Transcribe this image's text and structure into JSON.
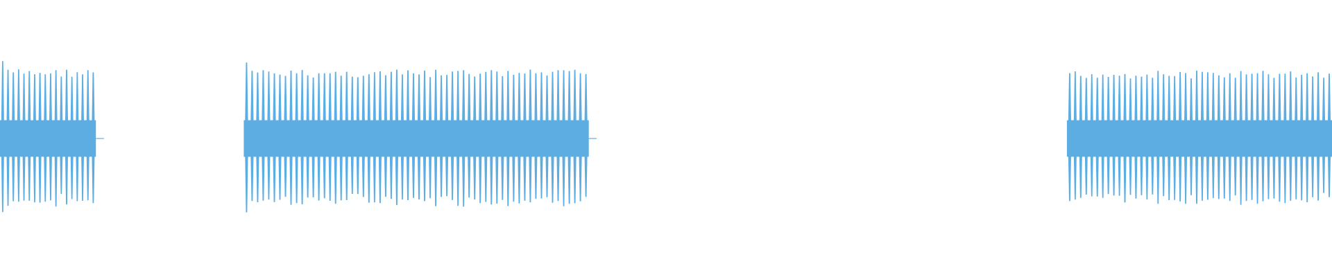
{
  "waveform": {
    "color": "#5dade2",
    "background": "#ffffff",
    "amplitude_range": [
      -1,
      1
    ],
    "segments": [
      {
        "name": "segment-1",
        "start_frac": 0.0,
        "end_frac": 0.072,
        "teeth": 18,
        "peak_amplitude": 0.98,
        "body_amplitude": 0.84,
        "core_amplitude": 0.22,
        "tail_frac": 0.006
      },
      {
        "name": "segment-2",
        "start_frac": 0.183,
        "end_frac": 0.442,
        "teeth": 62,
        "peak_amplitude": 0.97,
        "body_amplitude": 0.83,
        "core_amplitude": 0.22,
        "tail_frac": 0.006
      },
      {
        "name": "segment-3",
        "start_frac": 0.801,
        "end_frac": 1.0,
        "teeth": 48,
        "peak_amplitude": 0.84,
        "body_amplitude": 0.82,
        "core_amplitude": 0.22,
        "tail_frac": 0.0
      }
    ]
  }
}
